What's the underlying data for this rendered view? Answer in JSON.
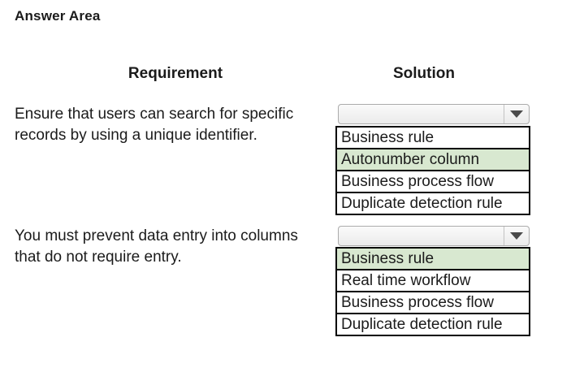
{
  "page": {
    "title": "Answer Area"
  },
  "headers": {
    "requirement": "Requirement",
    "solution": "Solution"
  },
  "icons": {
    "dropdown_arrow": "caret-down"
  },
  "colors": {
    "highlight_green": "#d8e8d0",
    "listbox_border": "#000000",
    "combobox_border": "#ababab",
    "text": "#1b1b1b"
  },
  "rows": [
    {
      "requirement_lines": [
        "Ensure that users can search for specific",
        "records by using a unique identifier."
      ],
      "dropdown": {
        "value": "",
        "options": [
          {
            "label": "Business rule",
            "highlighted": false
          },
          {
            "label": "Autonumber column",
            "highlighted": true
          },
          {
            "label": "Business process flow",
            "highlighted": false
          },
          {
            "label": "Duplicate detection rule",
            "highlighted": false
          }
        ]
      }
    },
    {
      "requirement_lines": [
        "You must prevent data entry into columns",
        "that do not require entry."
      ],
      "dropdown": {
        "value": "",
        "options": [
          {
            "label": "Business rule",
            "highlighted": true
          },
          {
            "label": "Real time workflow",
            "highlighted": false
          },
          {
            "label": "Business process flow",
            "highlighted": false
          },
          {
            "label": "Duplicate detection rule",
            "highlighted": false
          }
        ]
      }
    }
  ]
}
